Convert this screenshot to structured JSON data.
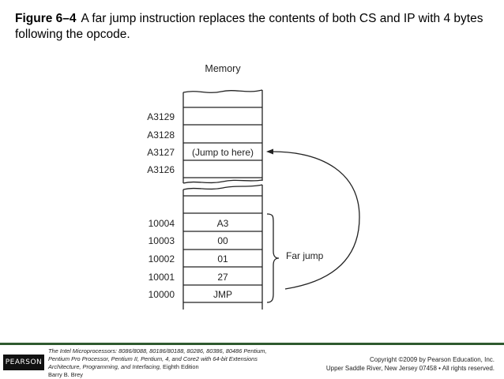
{
  "caption": {
    "figure_label": "Figure 6–4",
    "text": "A far jump instruction replaces the contents of both CS and IP with 4 bytes following the opcode."
  },
  "diagram": {
    "title": "Memory",
    "upper_cells": [
      {
        "address": "A3129",
        "content": ""
      },
      {
        "address": "A3128",
        "content": ""
      },
      {
        "address": "A3127",
        "content": "(Jump to here)"
      },
      {
        "address": "A3126",
        "content": ""
      }
    ],
    "lower_cells": [
      {
        "address": "10004",
        "content": "A3"
      },
      {
        "address": "10003",
        "content": "00"
      },
      {
        "address": "10002",
        "content": "01"
      },
      {
        "address": "10001",
        "content": "27"
      },
      {
        "address": "10000",
        "content": "JMP"
      }
    ],
    "brace_label": "Far jump"
  },
  "footer": {
    "logo": "PEARSON",
    "book_line1": "The Intel Microprocessors: 8086/8088, 80186/80188, 80286, 80386, 80486 Pentium,",
    "book_line2": "Pentium Pro Processor, Pentium II, Pentium, 4, and Core2 with 64-bit Extensions",
    "book_line3": "Architecture, Programming, and Interfacing,",
    "edition": "Eighth Edition",
    "author": "Barry B. Brey",
    "copyright": "Copyright ©2009 by Pearson Education, Inc.",
    "rights": "Upper Saddle River, New Jersey 07458 • All rights reserved."
  },
  "colors": {
    "footer_rule": "#2f5a2f",
    "logo_bg": "#111111"
  }
}
